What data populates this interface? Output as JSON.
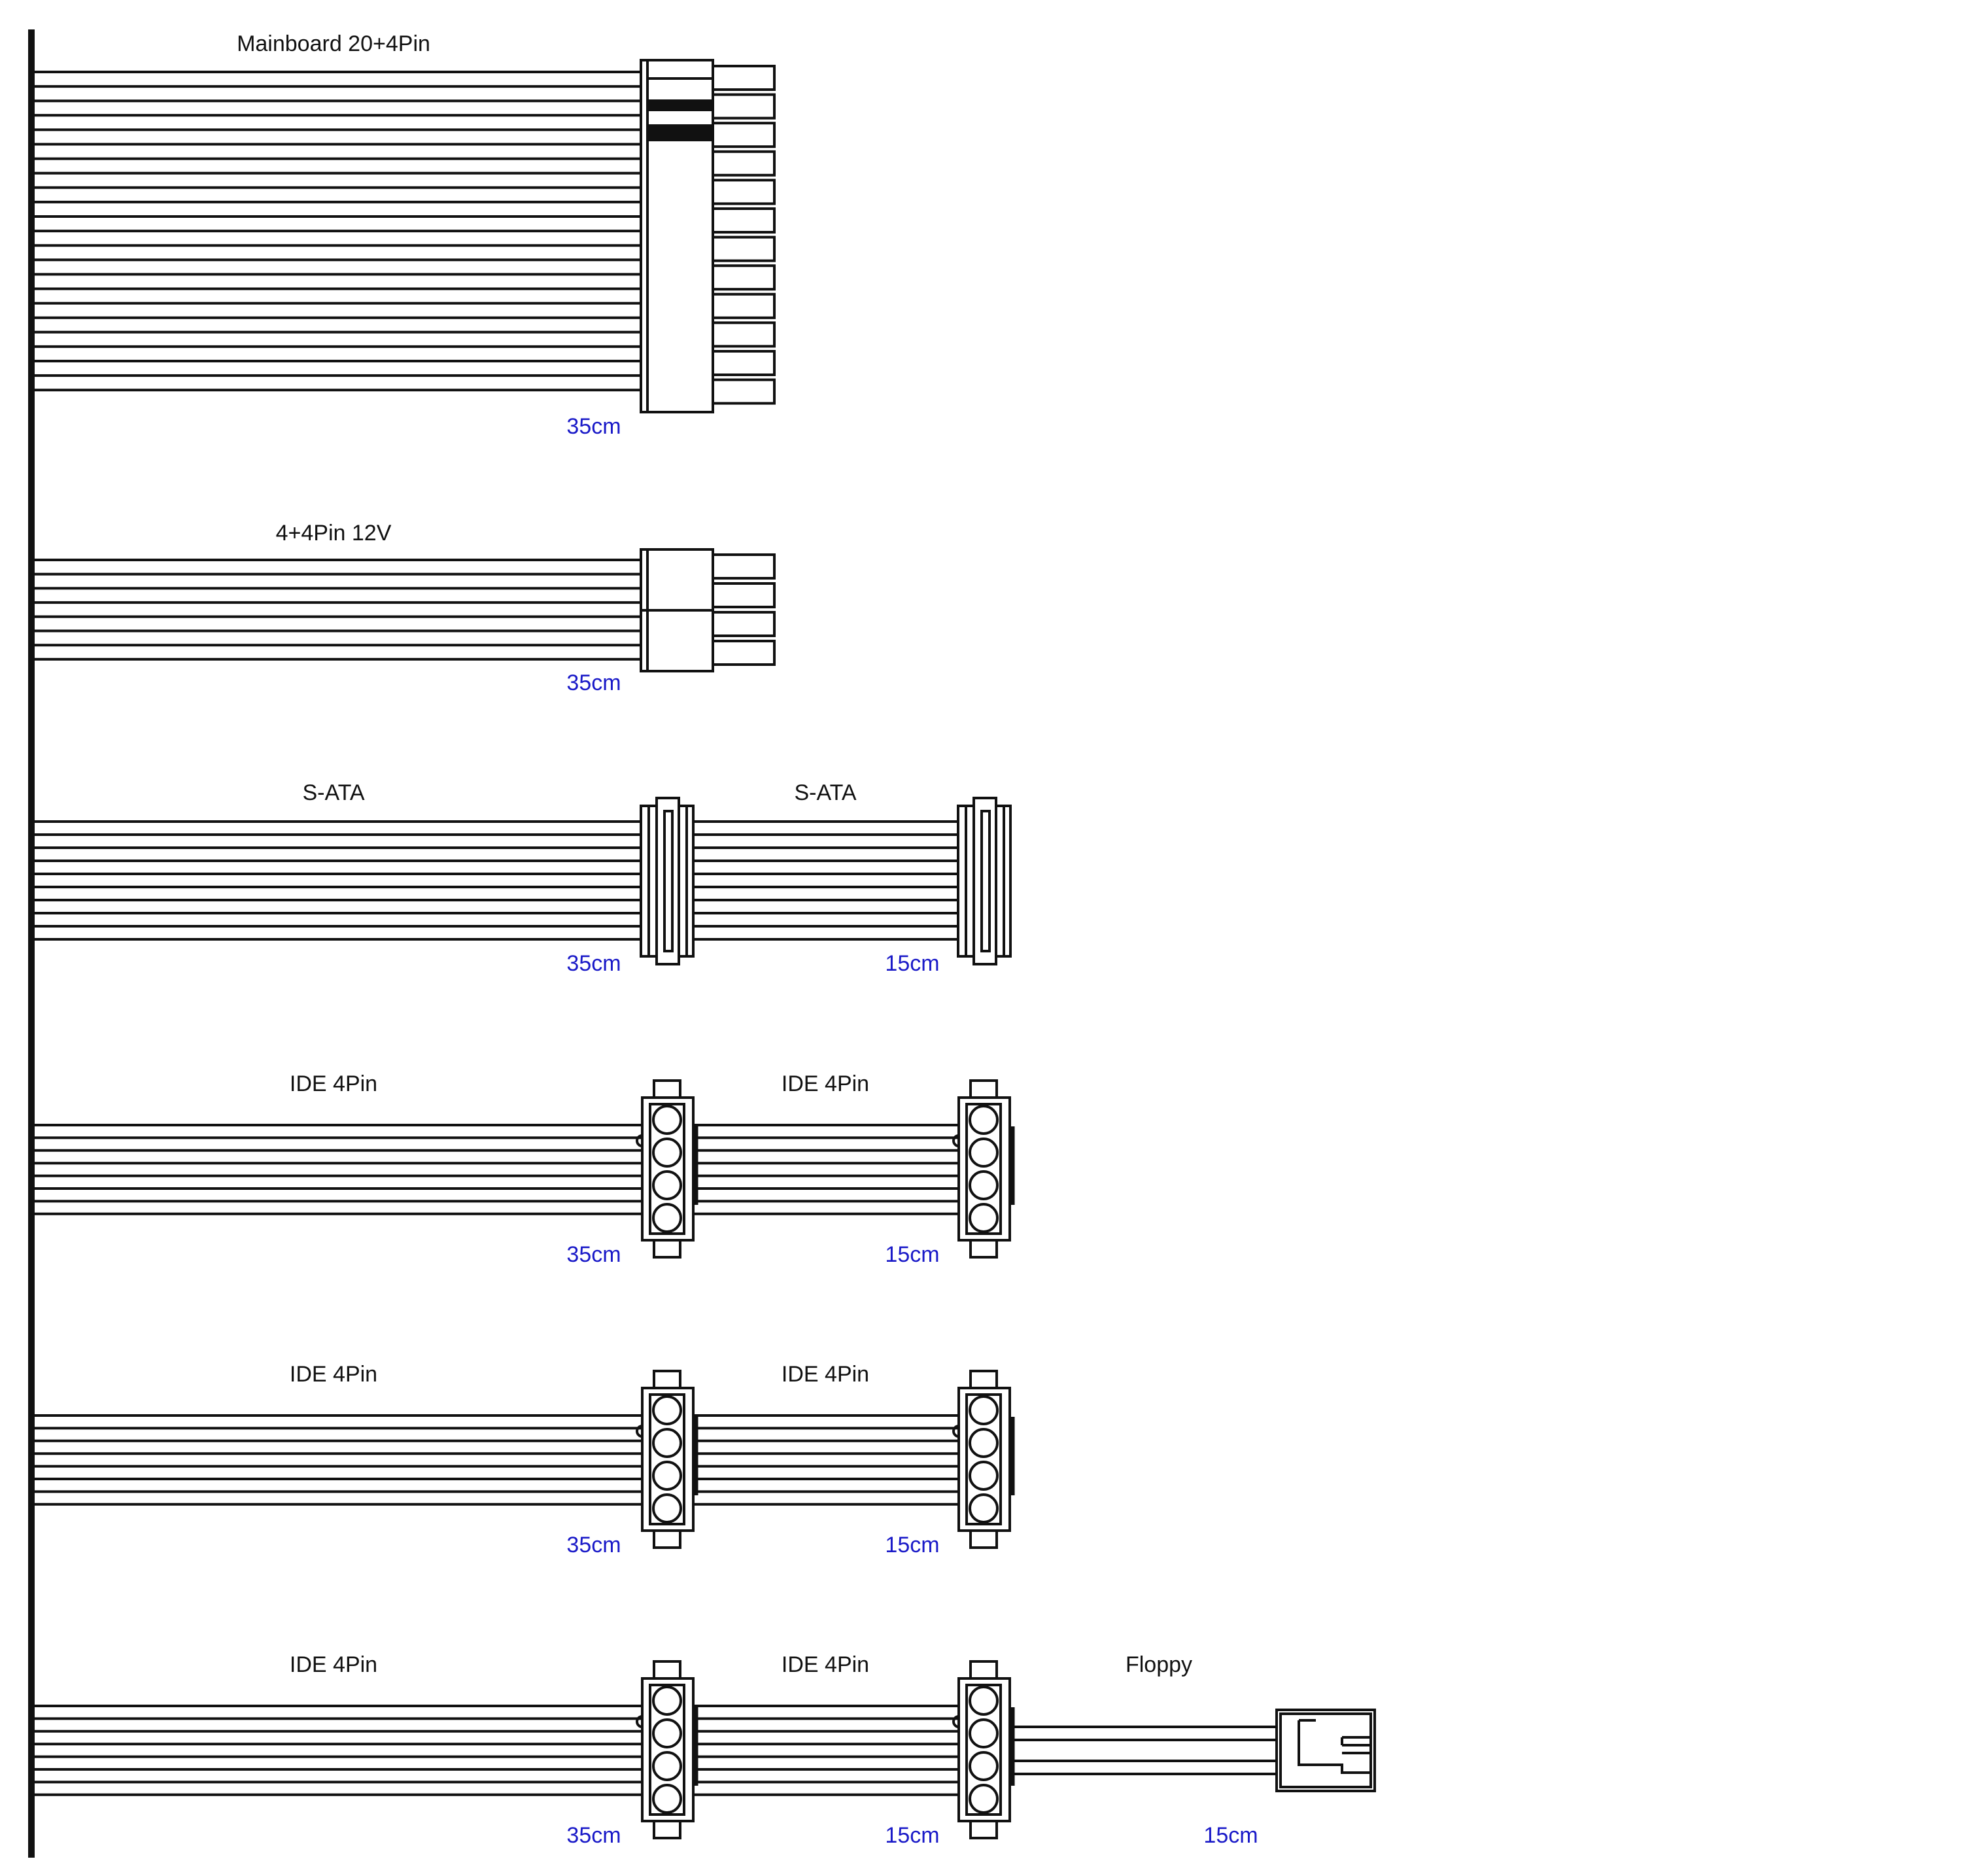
{
  "colors": {
    "line": "#111111",
    "length_label": "#1a1ac8",
    "background": "#ffffff"
  },
  "cables": [
    {
      "segments": [
        {
          "connector": "Mainboard 20+4Pin",
          "length": "35cm",
          "type": "atx24"
        }
      ]
    },
    {
      "segments": [
        {
          "connector": "4+4Pin 12V",
          "length": "35cm",
          "type": "eps8"
        }
      ]
    },
    {
      "segments": [
        {
          "connector": "S-ATA",
          "length": "35cm",
          "type": "sata"
        },
        {
          "connector": "S-ATA",
          "length": "15cm",
          "type": "sata"
        }
      ]
    },
    {
      "segments": [
        {
          "connector": "IDE 4Pin",
          "length": "35cm",
          "type": "molex"
        },
        {
          "connector": "IDE 4Pin",
          "length": "15cm",
          "type": "molex"
        }
      ]
    },
    {
      "segments": [
        {
          "connector": "IDE 4Pin",
          "length": "35cm",
          "type": "molex"
        },
        {
          "connector": "IDE 4Pin",
          "length": "15cm",
          "type": "molex"
        }
      ]
    },
    {
      "segments": [
        {
          "connector": "IDE 4Pin",
          "length": "35cm",
          "type": "molex"
        },
        {
          "connector": "IDE 4Pin",
          "length": "15cm",
          "type": "molex"
        },
        {
          "connector": "Floppy",
          "length": "15cm",
          "type": "floppy"
        }
      ]
    }
  ]
}
